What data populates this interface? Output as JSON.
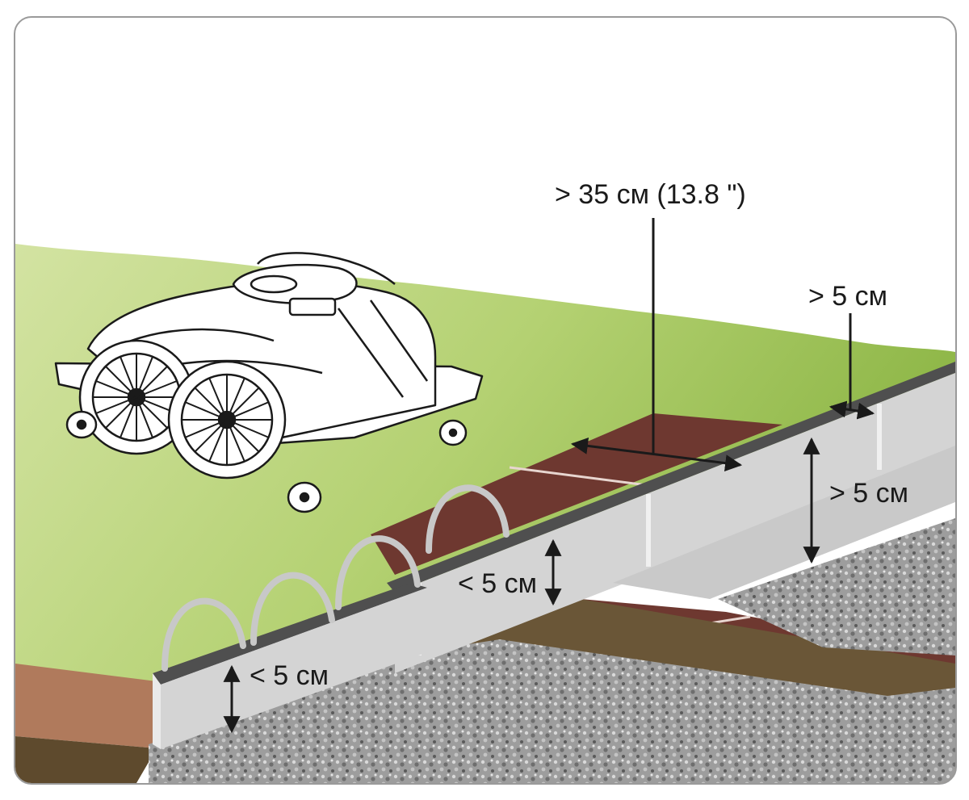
{
  "labels": {
    "min_path_width": "> 35 см (13.8 \")",
    "min_edge_top": "> 5 см",
    "min_height_right": "> 5 см",
    "max_height_center": "< 5 см",
    "max_height_left": "< 5 см"
  },
  "colors": {
    "lawn_light": "#d3e3a2",
    "lawn_dark": "#8db646",
    "paving": "#6e3830",
    "curb": "#d4d4d4",
    "curb_top": "#4f4f4f",
    "gravel": "#9d9d9d",
    "soil": "#6a5637"
  },
  "icons": {
    "mower": "robotic-lawn-mower-icon",
    "wire": "boundary-wire-icon",
    "arrow": "dimension-arrow-icon"
  }
}
